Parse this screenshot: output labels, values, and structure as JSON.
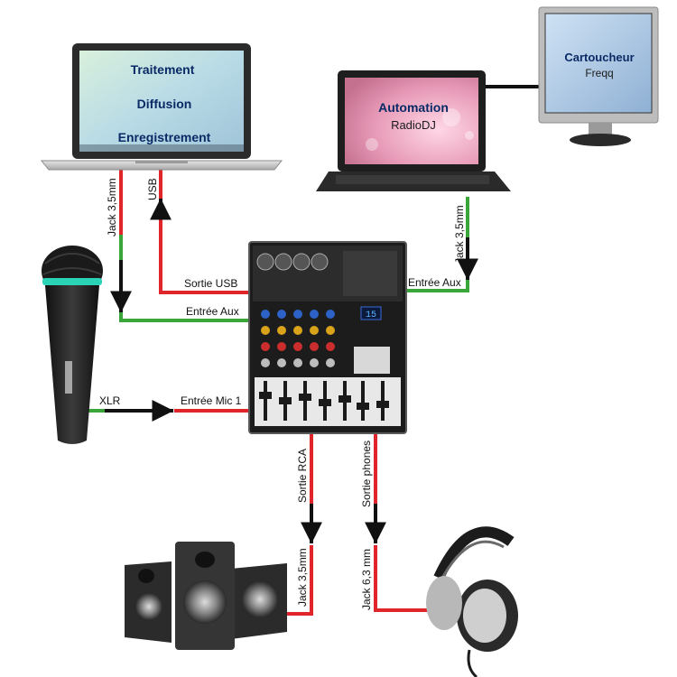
{
  "laptop_left": {
    "line1": "Traitement",
    "line2": "Diffusion",
    "line3": "Enregistrement"
  },
  "laptop_right": {
    "title": "Automation",
    "subtitle": "RadioDJ"
  },
  "monitor": {
    "title": "Cartoucheur",
    "subtitle": "Freqq"
  },
  "cables": {
    "jack_left": "Jack 3,5mm",
    "usb": "USB",
    "jack_right": "Jack 3,5mm",
    "xlr": "XLR",
    "sortie_rca": "Sortie RCA",
    "sortie_phones": "Sortie phones",
    "jack_speakers": "Jack 3,5mm",
    "jack_headphones": "Jack 6,3 mm"
  },
  "mixer": {
    "sortie_usb": "Sortie USB",
    "entree_aux_left": "Entrée Aux",
    "entree_aux_right": "Entrée Aux",
    "entree_mic": "Entrée Mic 1",
    "display": "15"
  },
  "colors": {
    "red": "#e0262a",
    "green": "#3aa63a",
    "black": "#111111",
    "navy": "#0a2a66"
  }
}
